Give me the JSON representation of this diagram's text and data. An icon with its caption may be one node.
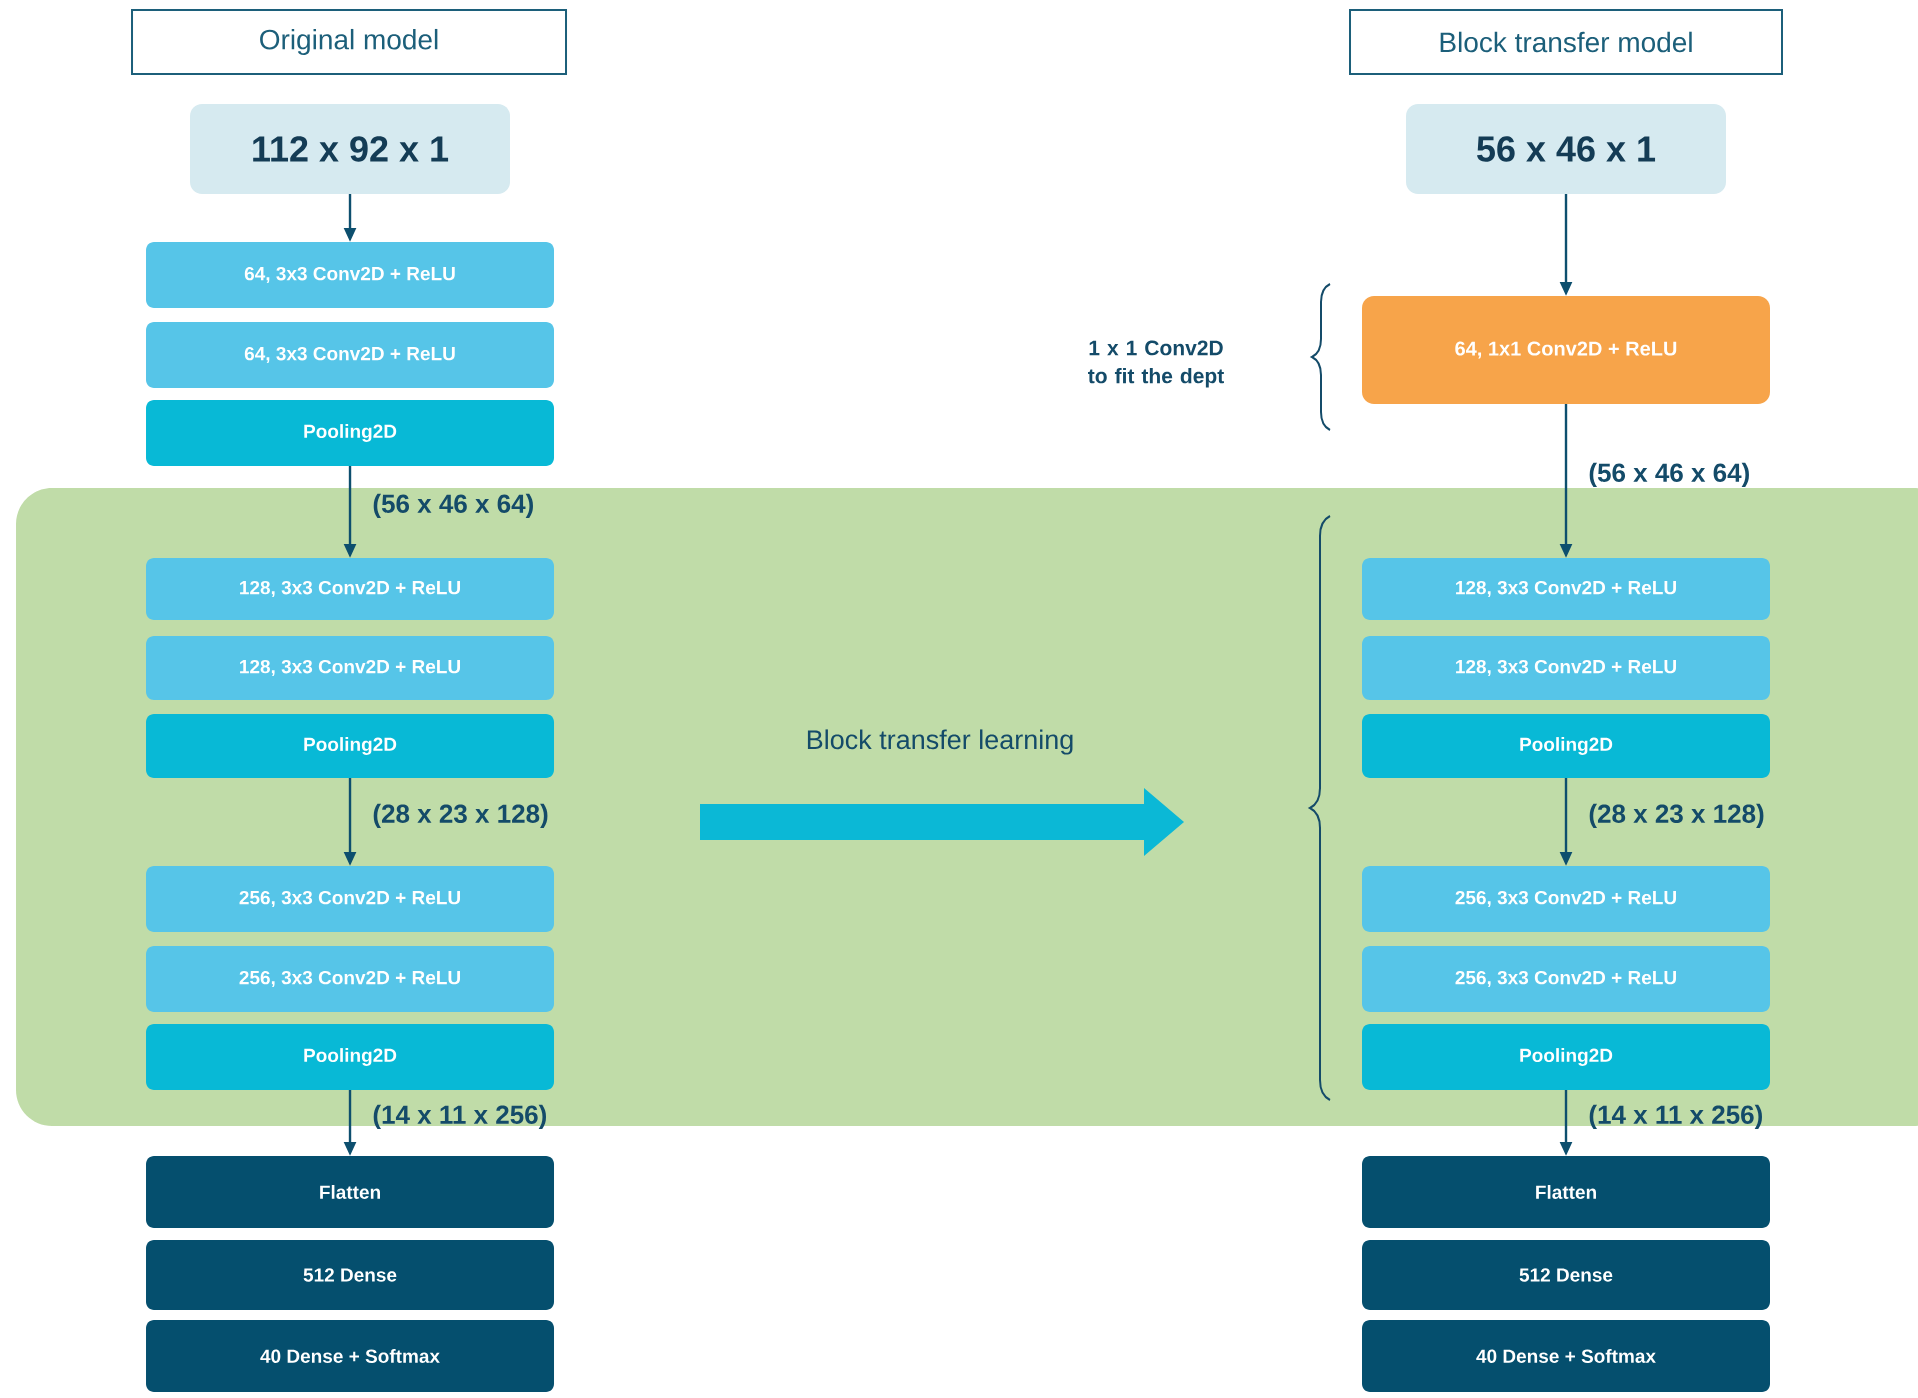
{
  "diagram": {
    "nodes": [
      {
        "text": [
          "Original model"
        ]
      },
      {
        "text": [
          "Block transfer model"
        ]
      },
      {
        "text": [
          "112 x 92 x 1"
        ]
      },
      {
        "text": [
          "64, 3x3 Conv2D + ReLU"
        ]
      },
      {
        "text": [
          "64, 3x3 Conv2D + ReLU"
        ]
      },
      {
        "text": [
          "Pooling2D"
        ]
      },
      {
        "text": [],
        "shape": "box"
      },
      {
        "text": [
          "128, 3x3 Conv2D + ReLU"
        ],
        "in": 6
      },
      {
        "text": [
          "128, 3x3 Conv2D + ReLU"
        ],
        "in": 6
      },
      {
        "text": [
          "Pooling2D"
        ],
        "in": 6
      },
      {
        "text": [
          "256, 3x3 Conv2D + ReLU"
        ],
        "in": 6
      },
      {
        "text": [
          "256, 3x3 Conv2D + ReLU"
        ],
        "in": 6
      },
      {
        "text": [
          "Pooling2D"
        ],
        "in": 6
      },
      {
        "text": [
          "Flatten"
        ]
      },
      {
        "text": [
          "512 Dense"
        ]
      },
      {
        "text": [
          "40 Dense + Softmax"
        ]
      },
      {
        "text": [
          "56 x 46 x 1"
        ]
      },
      {
        "text": [
          "64, 1x1 Conv2D + ReLU"
        ]
      },
      {
        "text": [
          "128, 3x3 Conv2D + ReLU"
        ],
        "in": 6
      },
      {
        "text": [
          "128, 3x3 Conv2D + ReLU"
        ],
        "in": 6
      },
      {
        "text": [
          "Pooling2D"
        ],
        "in": 6
      },
      {
        "text": [
          "256, 3x3 Conv2D + ReLU"
        ],
        "in": 6
      },
      {
        "text": [
          "256, 3x3 Conv2D + ReLU"
        ],
        "in": 6
      },
      {
        "text": [
          "Pooling2D"
        ],
        "in": 6
      },
      {
        "text": [
          "Flatten"
        ]
      },
      {
        "text": [
          "512 Dense"
        ]
      },
      {
        "text": [
          "40 Dense + Softmax"
        ]
      }
    ],
    "edges": [
      {
        "from": 2,
        "to": 3,
        "arrow": "to"
      },
      {
        "from": 5,
        "to": 7,
        "arrow": "to",
        "label": "(56 x 46 x 64)"
      },
      {
        "from": 9,
        "to": 10,
        "arrow": "to",
        "label": "(28 x 23 x 128)"
      },
      {
        "from": 12,
        "to": 13,
        "arrow": "to",
        "label": "(14 x 11 x 256)"
      },
      {
        "from": 16,
        "to": 17,
        "arrow": "to"
      },
      {
        "from": 17,
        "to": 18,
        "arrow": "to",
        "label": "(56 x 46 x 64)"
      },
      {
        "from": 20,
        "to": 21,
        "arrow": "to",
        "label": "(28 x 23 x 128)"
      },
      {
        "from": 23,
        "to": 24,
        "arrow": "to",
        "label": "(14 x 11 x 256)"
      }
    ],
    "labels": [
      "1 x 1 Conv2D to fit the dept",
      "Block transfer learning"
    ]
  }
}
